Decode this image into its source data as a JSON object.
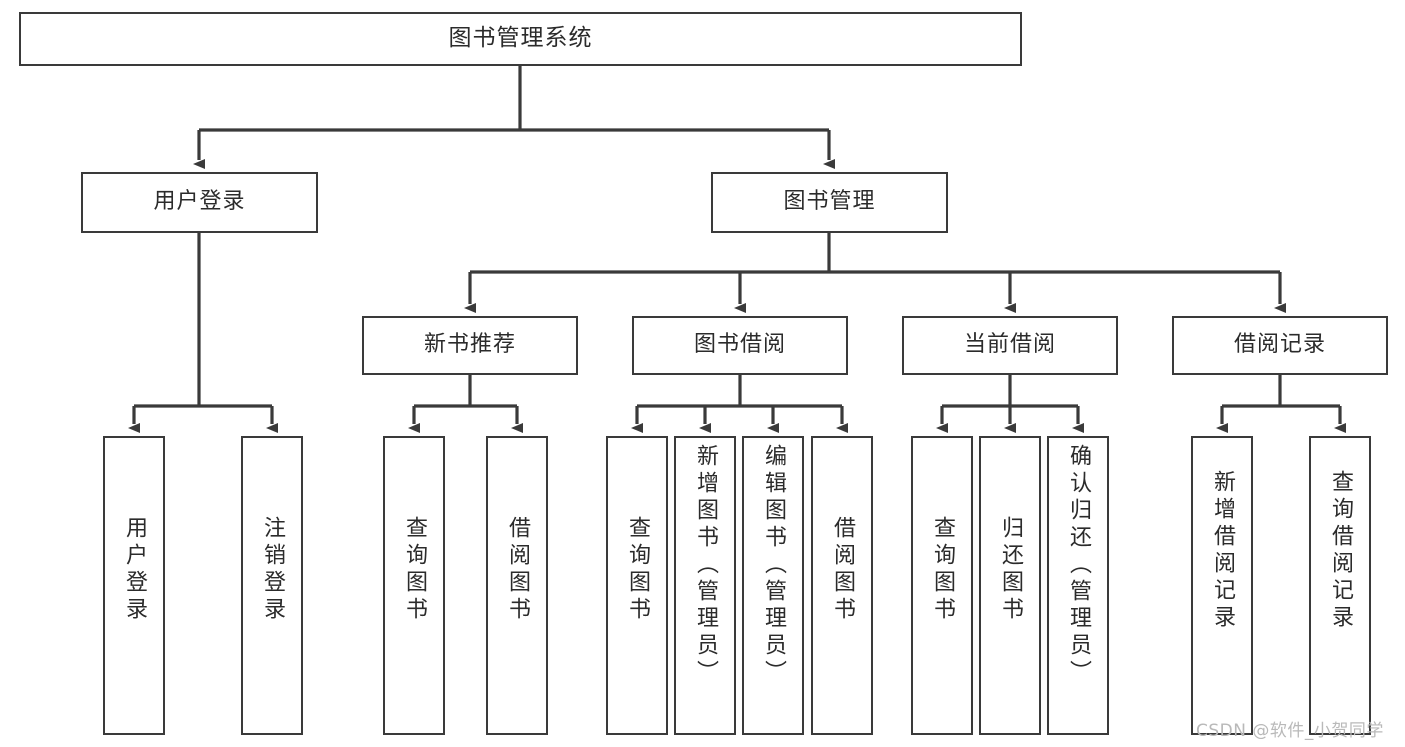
{
  "diagram": {
    "type": "tree-hierarchy-chart",
    "title": "图书管理系统",
    "stroke_color": "#3a3a3a",
    "background_color": "#ffffff",
    "text_color": "#2b2b2b",
    "levels": [
      {
        "level": 1,
        "nodes": [
          {
            "id": "root",
            "label": "图书管理系统",
            "orientation": "horizontal"
          }
        ]
      },
      {
        "level": 2,
        "nodes": [
          {
            "id": "login",
            "label": "用户登录",
            "orientation": "horizontal",
            "parent": "root"
          },
          {
            "id": "bookmgmt",
            "label": "图书管理",
            "orientation": "horizontal",
            "parent": "root"
          }
        ]
      },
      {
        "level": 3,
        "nodes": [
          {
            "id": "newbook",
            "label": "新书推荐",
            "orientation": "horizontal",
            "parent": "bookmgmt"
          },
          {
            "id": "borrow",
            "label": "图书借阅",
            "orientation": "horizontal",
            "parent": "bookmgmt"
          },
          {
            "id": "current",
            "label": "当前借阅",
            "orientation": "horizontal",
            "parent": "bookmgmt"
          },
          {
            "id": "record",
            "label": "借阅记录",
            "orientation": "horizontal",
            "parent": "bookmgmt"
          }
        ]
      },
      {
        "level": 4,
        "nodes": [
          {
            "id": "leaf-user-login",
            "label": "用户登录",
            "orientation": "vertical",
            "parent": "login"
          },
          {
            "id": "leaf-logout",
            "label": "注销登录",
            "orientation": "vertical",
            "parent": "login"
          },
          {
            "id": "leaf-query-book-1",
            "label": "查询图书",
            "orientation": "vertical",
            "parent": "newbook"
          },
          {
            "id": "leaf-borrow-book-1",
            "label": "借阅图书",
            "orientation": "vertical",
            "parent": "newbook"
          },
          {
            "id": "leaf-query-book-2",
            "label": "查询图书",
            "orientation": "vertical",
            "parent": "borrow"
          },
          {
            "id": "leaf-add-book",
            "label": "新增图书（管理员）",
            "orientation": "vertical",
            "parent": "borrow"
          },
          {
            "id": "leaf-edit-book",
            "label": "编辑图书（管理员）",
            "orientation": "vertical",
            "parent": "borrow"
          },
          {
            "id": "leaf-borrow-book-2",
            "label": "借阅图书",
            "orientation": "vertical",
            "parent": "borrow"
          },
          {
            "id": "leaf-query-book-3",
            "label": "查询图书",
            "orientation": "vertical",
            "parent": "current"
          },
          {
            "id": "leaf-return-book",
            "label": "归还图书",
            "orientation": "vertical",
            "parent": "current"
          },
          {
            "id": "leaf-confirm-return",
            "label": "确认归还（管理员）",
            "orientation": "vertical",
            "parent": "current"
          },
          {
            "id": "leaf-add-record",
            "label": "新增借阅记录",
            "orientation": "vertical",
            "parent": "record"
          },
          {
            "id": "leaf-query-record",
            "label": "查询借阅记录",
            "orientation": "vertical",
            "parent": "record"
          }
        ]
      }
    ]
  },
  "watermark": {
    "text": "CSDN @软件_小贺同学"
  }
}
